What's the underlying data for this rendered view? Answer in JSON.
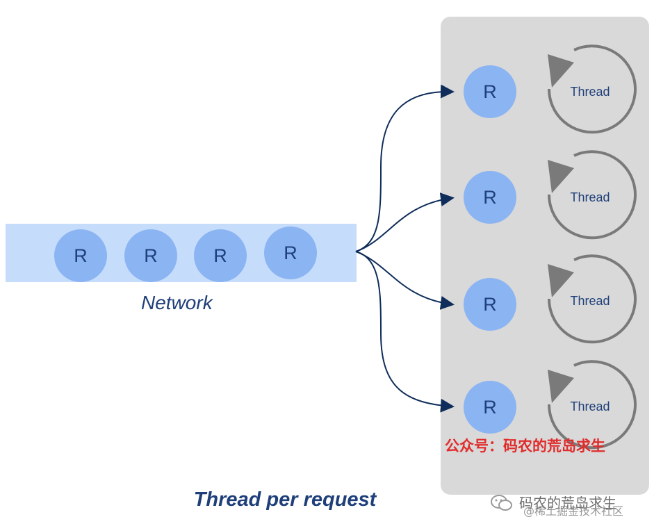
{
  "diagram": {
    "network_requests": [
      "R",
      "R",
      "R",
      "R"
    ],
    "network_label": "Network",
    "pool_requests": [
      "R",
      "R",
      "R",
      "R"
    ],
    "threads": [
      "Thread",
      "Thread",
      "Thread",
      "Thread"
    ],
    "caption": "Thread per request"
  },
  "promo_text": "公众号：码农的荒岛求生",
  "watermark": {
    "main": "码农的荒岛求生",
    "sub": "@稀土掘金技术社区"
  },
  "colors": {
    "request_fill": "#8bb4f3",
    "network_band": "#c6dcfb",
    "pool_panel": "#d9d9d9",
    "arrow": "#0f2d5a",
    "thread_cycle": "#7a7a7a",
    "text": "#1f3f7a",
    "promo": "#e12b2b"
  }
}
